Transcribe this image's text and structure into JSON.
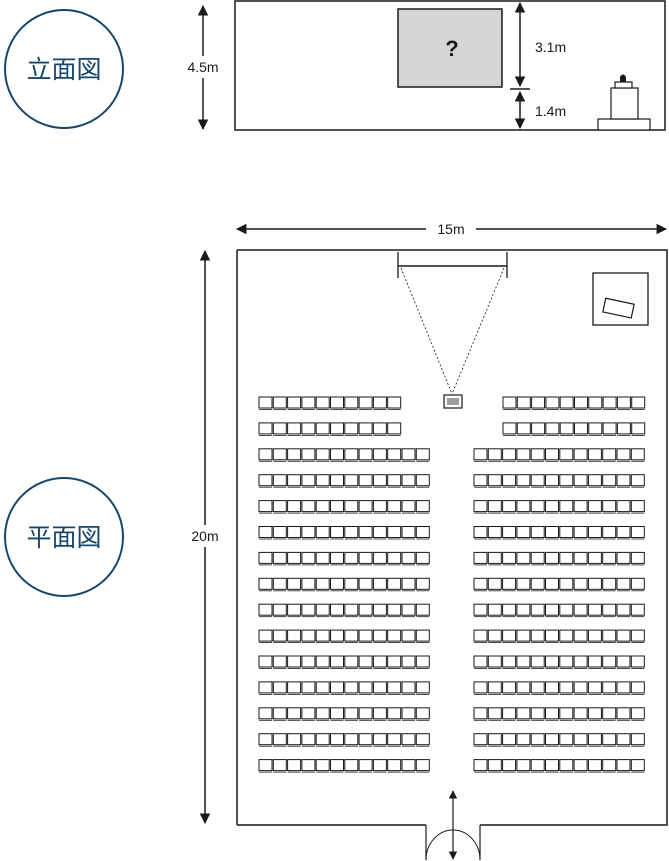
{
  "labels": {
    "elevation": "立面図",
    "plan": "平面図",
    "screen_mark": "?"
  },
  "dimensions": {
    "room_height": "4.5m",
    "screen_height": "3.1m",
    "screen_bottom": "1.4m",
    "room_width": "15m",
    "room_depth": "20m"
  },
  "colors": {
    "badge": "#17476b",
    "line": "#1a1a1a",
    "screen_fill": "#d6d6d6",
    "projector_fill": "#9e9e9e"
  },
  "seating": {
    "rows": 15,
    "left_block": {
      "front_rows_seats": 10,
      "front_row_count": 2,
      "seats_per_row": 12
    },
    "right_block": {
      "front_rows_seats": 10,
      "front_row_count": 2,
      "seats_per_row": 12
    }
  }
}
